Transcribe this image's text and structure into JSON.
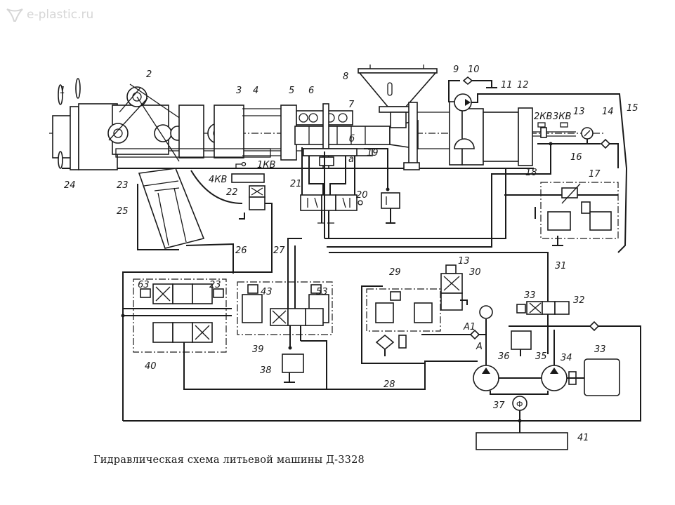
{
  "watermark": {
    "text": "e-plastic.ru",
    "icon": "logo-icon"
  },
  "caption": "Гидравлическая схема литьевой машины Д-3328",
  "colors": {
    "line": "#1a1a1a",
    "background": "#ffffff",
    "watermark": "#d6d6d6"
  },
  "labels": {
    "l1": "1",
    "l2": "2",
    "l3": "3",
    "l4": "4",
    "l5": "5",
    "l6": "6",
    "l7": "7",
    "l8": "8",
    "l9": "9",
    "l10": "10",
    "l11": "11",
    "l12": "12",
    "l13": "13",
    "l14": "14",
    "l15": "15",
    "l16": "16",
    "l17": "17",
    "l18": "18",
    "l19": "19",
    "l20": "20",
    "l21": "21",
    "l22": "22",
    "l23": "23",
    "l24": "24",
    "l25": "25",
    "l26": "26",
    "l27": "27",
    "l28": "28",
    "l29": "29",
    "l30": "30",
    "l31": "31",
    "l32": "32",
    "l33a": "33",
    "l33b": "33",
    "l34": "34",
    "l35": "35",
    "l36": "36",
    "l37": "37",
    "l38": "38",
    "l39": "39",
    "l40": "40",
    "l41": "41",
    "kv1": "1КВ",
    "kv2": "2КВ",
    "kv3": "3КВ",
    "kv4": "4КВ",
    "a": "а",
    "b": "б",
    "A": "А",
    "A1": "А1",
    "sol13": "13",
    "sol43": "43",
    "sol53": "53",
    "sol63": "63",
    "sol23": "23",
    "filter": "Ф"
  }
}
